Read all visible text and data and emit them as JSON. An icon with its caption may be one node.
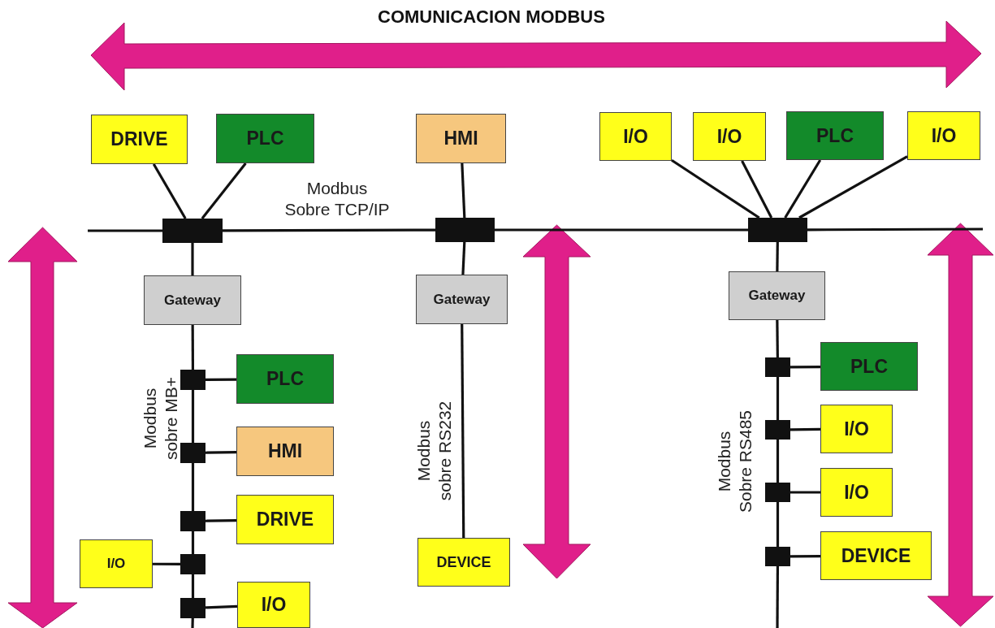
{
  "diagram": {
    "title": "COMUNICACION MODBUS",
    "nodes": [
      {
        "text": [
          "DRIVE"
        ]
      },
      {
        "text": [
          "PLC"
        ]
      },
      {
        "text": [
          "HMI"
        ]
      },
      {
        "text": [
          "I/O"
        ]
      },
      {
        "text": [
          "I/O"
        ]
      },
      {
        "text": [
          "PLC"
        ]
      },
      {
        "text": [
          "I/O"
        ]
      },
      {
        "text": [],
        "shape": "box"
      },
      {
        "text": [],
        "shape": "box"
      },
      {
        "text": [],
        "shape": "box"
      },
      {
        "text": [
          "Gateway"
        ]
      },
      {
        "text": [
          "Gateway"
        ]
      },
      {
        "text": [
          "Gateway"
        ]
      },
      {
        "text": [],
        "shape": "box"
      },
      {
        "text": [
          "PLC"
        ]
      },
      {
        "text": [],
        "shape": "box"
      },
      {
        "text": [
          "HMI"
        ]
      },
      {
        "text": [],
        "shape": "box"
      },
      {
        "text": [
          "DRIVE"
        ]
      },
      {
        "text": [
          "I/O"
        ]
      },
      {
        "text": [],
        "shape": "box"
      },
      {
        "text": [],
        "shape": "box"
      },
      {
        "text": [
          "I/O"
        ]
      },
      {
        "text": [
          "DEVICE"
        ]
      },
      {
        "text": [],
        "shape": "box"
      },
      {
        "text": [
          "PLC"
        ]
      },
      {
        "text": [],
        "shape": "box"
      },
      {
        "text": [
          "I/O"
        ]
      },
      {
        "text": [],
        "shape": "box"
      },
      {
        "text": [
          "I/O"
        ]
      },
      {
        "text": [],
        "shape": "box"
      },
      {
        "text": [
          "DEVICE"
        ]
      }
    ],
    "edges": [
      {
        "from": null,
        "to": 7,
        "arrow": "none"
      },
      {
        "from": 7,
        "to": 8,
        "arrow": "none"
      },
      {
        "from": 8,
        "to": 9,
        "arrow": "none"
      },
      {
        "from": 9,
        "to": null,
        "arrow": "none"
      },
      {
        "from": 0,
        "to": 7,
        "arrow": "none"
      },
      {
        "from": 1,
        "to": 7,
        "arrow": "none"
      },
      {
        "from": 2,
        "to": 8,
        "arrow": "none"
      },
      {
        "from": 3,
        "to": 9,
        "arrow": "none"
      },
      {
        "from": 4,
        "to": 9,
        "arrow": "none"
      },
      {
        "from": 5,
        "to": 9,
        "arrow": "none"
      },
      {
        "from": 6,
        "to": 9,
        "arrow": "none"
      },
      {
        "from": 7,
        "to": 10,
        "arrow": "none"
      },
      {
        "from": 10,
        "to": 13,
        "arrow": "none"
      },
      {
        "from": 13,
        "to": 14,
        "arrow": "none"
      },
      {
        "from": 13,
        "to": 15,
        "arrow": "none"
      },
      {
        "from": 15,
        "to": 16,
        "arrow": "none"
      },
      {
        "from": 15,
        "to": 17,
        "arrow": "none"
      },
      {
        "from": 17,
        "to": 18,
        "arrow": "none"
      },
      {
        "from": 17,
        "to": 20,
        "arrow": "none"
      },
      {
        "from": 19,
        "to": 20,
        "arrow": "none"
      },
      {
        "from": 20,
        "to": 21,
        "arrow": "none"
      },
      {
        "from": 21,
        "to": 22,
        "arrow": "none"
      },
      {
        "from": 21,
        "to": null,
        "arrow": "none"
      },
      {
        "from": 8,
        "to": 11,
        "arrow": "none"
      },
      {
        "from": 11,
        "to": 23,
        "arrow": "none"
      },
      {
        "from": 9,
        "to": 12,
        "arrow": "none"
      },
      {
        "from": 12,
        "to": 24,
        "arrow": "none"
      },
      {
        "from": 24,
        "to": 25,
        "arrow": "none"
      },
      {
        "from": 24,
        "to": 26,
        "arrow": "none"
      },
      {
        "from": 26,
        "to": 27,
        "arrow": "none"
      },
      {
        "from": 26,
        "to": 28,
        "arrow": "none"
      },
      {
        "from": 28,
        "to": 29,
        "arrow": "none"
      },
      {
        "from": 28,
        "to": 30,
        "arrow": "none"
      },
      {
        "from": 30,
        "to": 31,
        "arrow": "none"
      },
      {
        "from": 30,
        "to": null,
        "arrow": "none"
      }
    ],
    "labels": [
      "Modbus Sobre TCP/IP",
      "Modbus sobre MB+",
      "Modbus sobre RS232",
      "Modbus Sobre RS485"
    ]
  }
}
